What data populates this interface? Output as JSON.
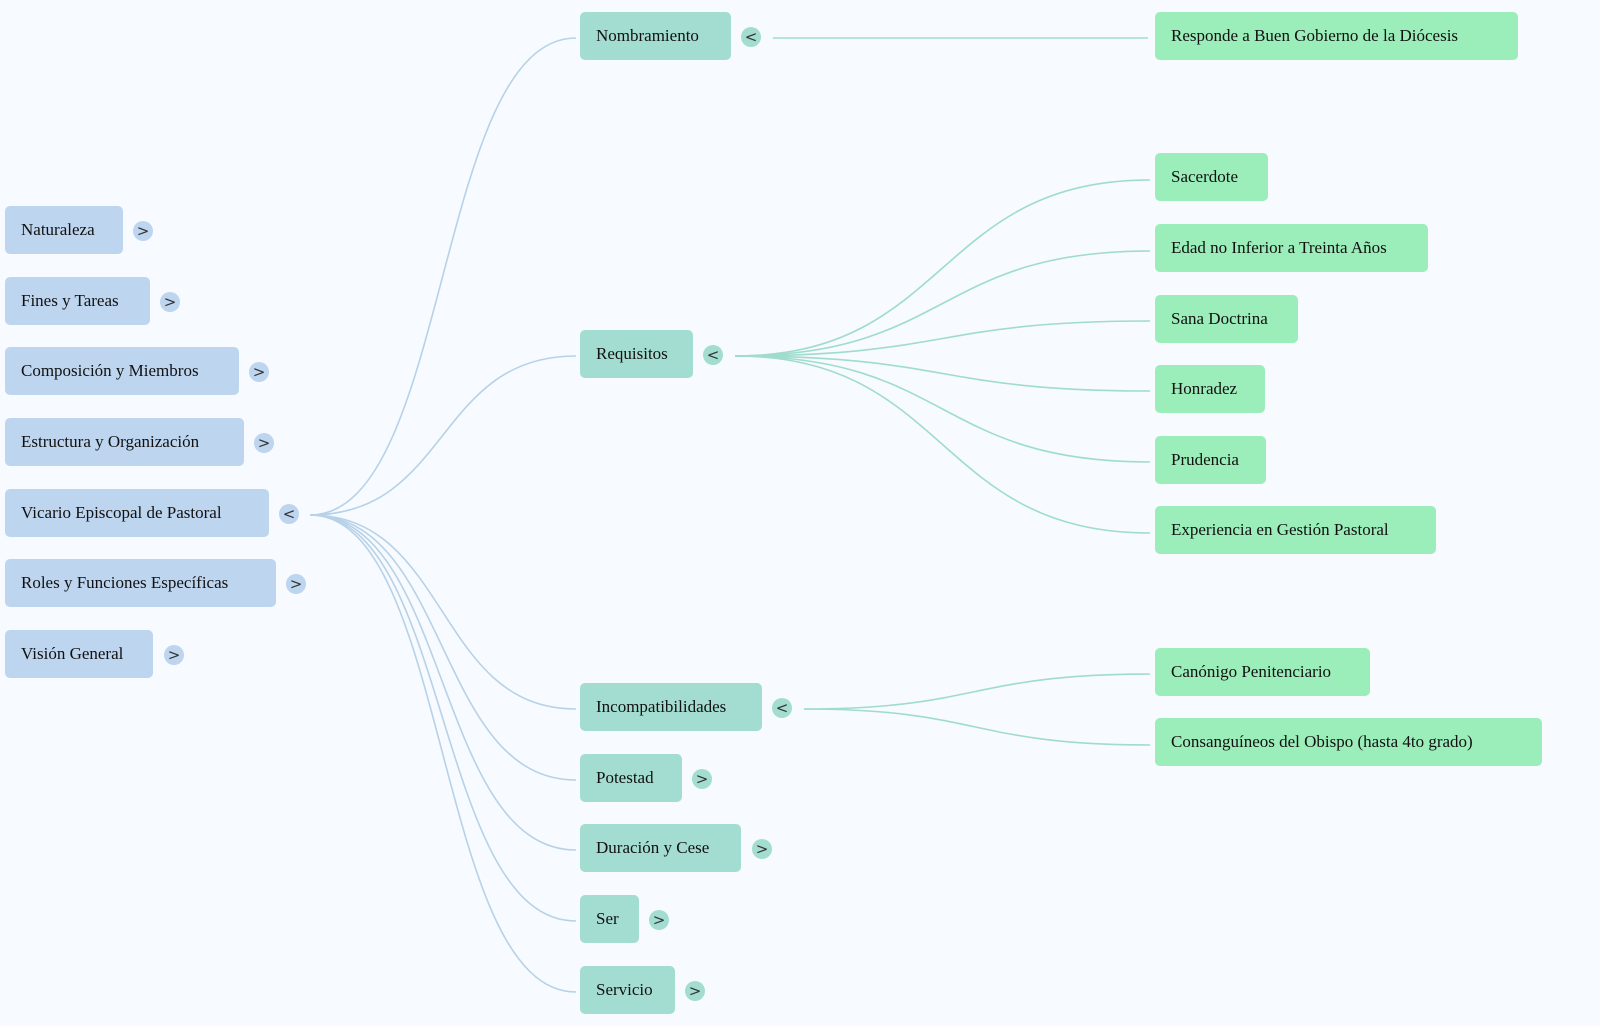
{
  "colors": {
    "background": "#f7fafe",
    "level1": "#bdd5ef",
    "level2": "#a3ddd1",
    "level3": "#9bedba",
    "link1": "#b7d2e8",
    "link2": "#9fdccd"
  },
  "toggle_glyphs": {
    "expanded": "<",
    "collapsed": ">"
  },
  "mindmap": {
    "roots": [
      {
        "label": "Naturaleza",
        "expanded": false
      },
      {
        "label": "Fines y Tareas",
        "expanded": false
      },
      {
        "label": "Composición y Miembros",
        "expanded": false
      },
      {
        "label": "Estructura y Organización",
        "expanded": false
      },
      {
        "label": "Vicario Episcopal de Pastoral",
        "expanded": true,
        "children": [
          {
            "label": "Nombramiento",
            "expanded": true,
            "children": [
              {
                "label": "Responde a Buen Gobierno de la Diócesis"
              }
            ]
          },
          {
            "label": "Requisitos",
            "expanded": true,
            "children": [
              {
                "label": "Sacerdote"
              },
              {
                "label": "Edad no Inferior a Treinta Años"
              },
              {
                "label": "Sana Doctrina"
              },
              {
                "label": "Honradez"
              },
              {
                "label": "Prudencia"
              },
              {
                "label": "Experiencia en Gestión Pastoral"
              }
            ]
          },
          {
            "label": "Incompatibilidades",
            "expanded": true,
            "children": [
              {
                "label": "Canónigo Penitenciario"
              },
              {
                "label": "Consanguíneos del Obispo (hasta 4to grado)"
              }
            ]
          },
          {
            "label": "Potestad",
            "expanded": false
          },
          {
            "label": "Duración y Cese",
            "expanded": false
          },
          {
            "label": "Ser",
            "expanded": false
          },
          {
            "label": "Servicio",
            "expanded": false
          }
        ]
      },
      {
        "label": "Roles y Funciones Específicas",
        "expanded": false
      },
      {
        "label": "Visión General",
        "expanded": false
      }
    ]
  }
}
